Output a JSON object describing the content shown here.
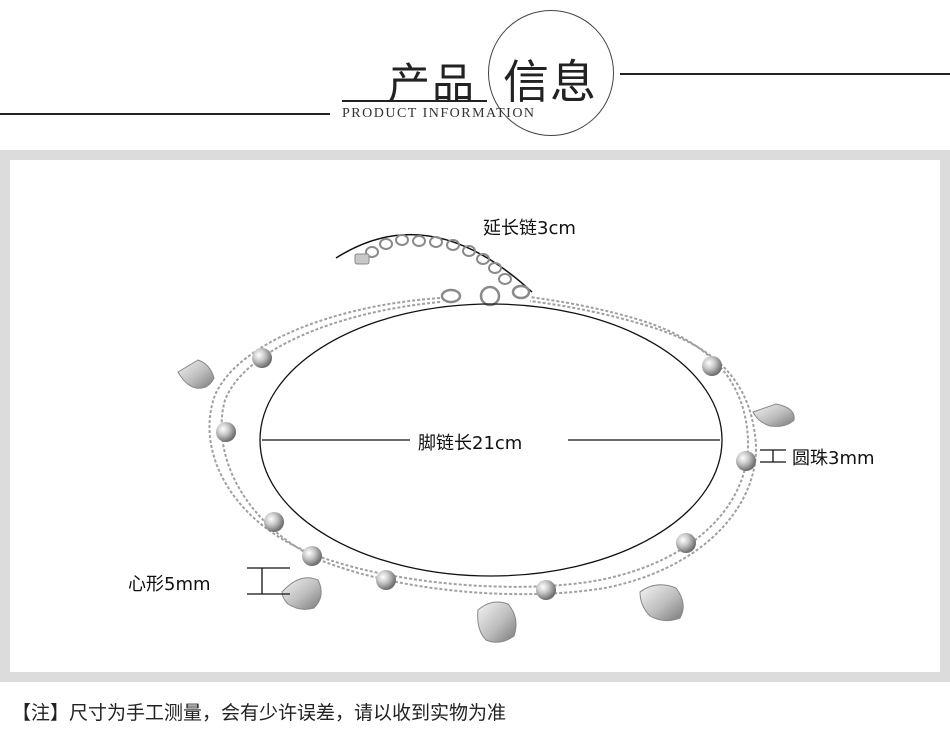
{
  "header": {
    "title_left": "产品",
    "title_circle": "信息",
    "subtitle": "PRODUCT INFORMATION"
  },
  "diagram": {
    "extension_label": "延长链3cm",
    "length_label": "脚链长21cm",
    "bead_label": "圆珠3mm",
    "heart_label": "心形5mm"
  },
  "footer": {
    "note": "【注】尺寸为手工测量，会有少许误差，请以收到实物为准"
  },
  "colors": {
    "frame": "#dcdcdc",
    "line": "#222222",
    "silver": "#b8b8b8"
  }
}
